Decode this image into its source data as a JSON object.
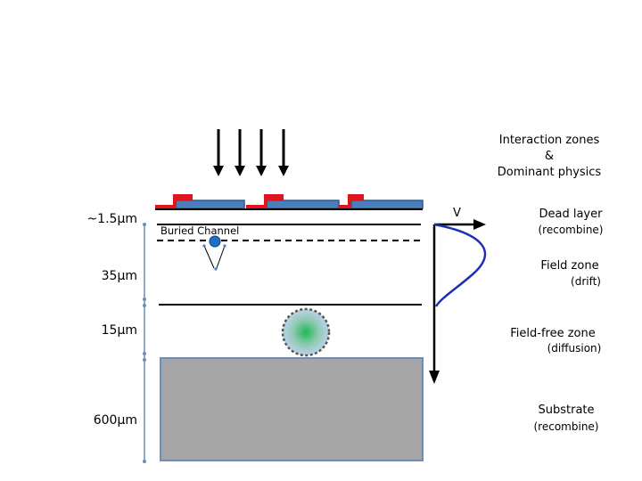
{
  "header": {
    "line1": "Interaction zones",
    "line2": "&",
    "line3": "Dominant physics"
  },
  "dimensions": {
    "top_layer": "~1.5µm",
    "field_zone": "35µm",
    "field_free_zone": "15µm",
    "substrate": "600µm"
  },
  "device": {
    "buried_channel_label": "Buried Channel",
    "potential_label": "V"
  },
  "zones": [
    {
      "name": "Dead layer",
      "physics": "(recombine)"
    },
    {
      "name": "Field zone",
      "physics": "(drift)"
    },
    {
      "name": "Field-free zone",
      "physics": "(diffusion)"
    },
    {
      "name": "Substrate",
      "physics": "(recombine)"
    }
  ],
  "colors": {
    "gate_red": "#e0141c",
    "gate_blue": "#4a7ebb",
    "gate_blue_border": "#2e5a8a",
    "substrate_fill": "#a6a6a6",
    "potential_curve": "#1f2fb0",
    "ruler": "#6b8fb8",
    "charge_dot": "#1f6fc4",
    "cloud_center": "#1db954"
  }
}
